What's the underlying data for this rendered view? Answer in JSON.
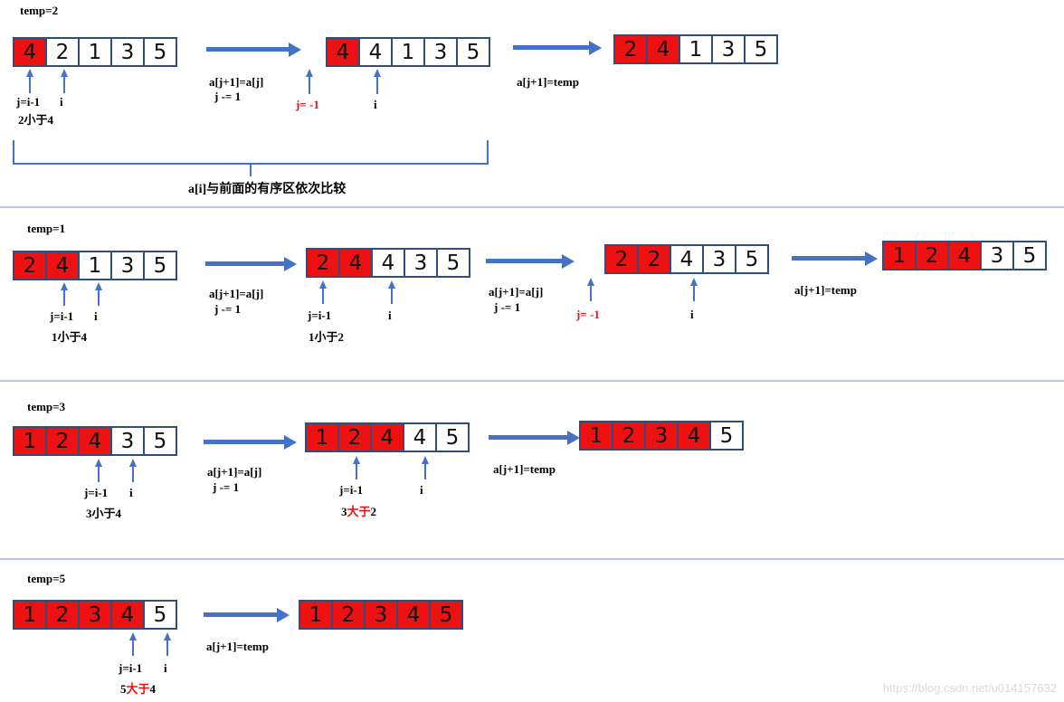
{
  "colors": {
    "cell_red": "#ee1111",
    "arrow_blue": "#4472c4",
    "border_navy": "#2f4e7e",
    "divider": "#b4c7e7",
    "red_text": "#ee1111"
  },
  "labels": {
    "shift": "a[j+1]=a[j]",
    "decr": "j -= 1",
    "settemp": "a[j+1]=temp",
    "j_init": "j=i-1",
    "i": "i",
    "j_neg": "j= -1",
    "brace_note": "a[i]与前面的有序区依次比较"
  },
  "watermark": "https://blog.csdn.net/u014157632",
  "rows": [
    {
      "temp": "temp=2",
      "cmp1": {
        "a": "2",
        "op": "小于",
        "b": "4"
      },
      "arrays": [
        {
          "cells": [
            {
              "v": "4",
              "red": true
            },
            {
              "v": "2"
            },
            {
              "v": "1"
            },
            {
              "v": "3"
            },
            {
              "v": "5"
            }
          ]
        },
        {
          "cells": [
            {
              "v": "4",
              "red": true
            },
            {
              "v": "4"
            },
            {
              "v": "1"
            },
            {
              "v": "3"
            },
            {
              "v": "5"
            }
          ]
        },
        {
          "cells": [
            {
              "v": "2",
              "red": true
            },
            {
              "v": "4",
              "red": true
            },
            {
              "v": "1"
            },
            {
              "v": "3"
            },
            {
              "v": "5"
            }
          ]
        }
      ]
    },
    {
      "temp": "temp=1",
      "cmp1": {
        "a": "1",
        "op": "小于",
        "b": "4"
      },
      "cmp2": {
        "a": "1",
        "op": "小于",
        "b": "2"
      },
      "arrays": [
        {
          "cells": [
            {
              "v": "2",
              "red": true
            },
            {
              "v": "4",
              "red": true
            },
            {
              "v": "1"
            },
            {
              "v": "3"
            },
            {
              "v": "5"
            }
          ]
        },
        {
          "cells": [
            {
              "v": "2",
              "red": true
            },
            {
              "v": "4",
              "red": true
            },
            {
              "v": "4"
            },
            {
              "v": "3"
            },
            {
              "v": "5"
            }
          ]
        },
        {
          "cells": [
            {
              "v": "2",
              "red": true
            },
            {
              "v": "2",
              "red": true
            },
            {
              "v": "4"
            },
            {
              "v": "3"
            },
            {
              "v": "5"
            }
          ]
        },
        {
          "cells": [
            {
              "v": "1",
              "red": true
            },
            {
              "v": "2",
              "red": true
            },
            {
              "v": "4",
              "red": true
            },
            {
              "v": "3"
            },
            {
              "v": "5"
            }
          ]
        }
      ]
    },
    {
      "temp": "temp=3",
      "cmp1": {
        "a": "3",
        "op": "小于",
        "b": "4"
      },
      "cmp2": {
        "a": "3",
        "op": "大于",
        "b": "2"
      },
      "arrays": [
        {
          "cells": [
            {
              "v": "1",
              "red": true
            },
            {
              "v": "2",
              "red": true
            },
            {
              "v": "4",
              "red": true
            },
            {
              "v": "3"
            },
            {
              "v": "5"
            }
          ]
        },
        {
          "cells": [
            {
              "v": "1",
              "red": true
            },
            {
              "v": "2",
              "red": true
            },
            {
              "v": "4",
              "red": true
            },
            {
              "v": "4"
            },
            {
              "v": "5"
            }
          ]
        },
        {
          "cells": [
            {
              "v": "1",
              "red": true
            },
            {
              "v": "2",
              "red": true
            },
            {
              "v": "3",
              "red": true
            },
            {
              "v": "4",
              "red": true
            },
            {
              "v": "5"
            }
          ]
        }
      ]
    },
    {
      "temp": "temp=5",
      "cmp1": {
        "a": "5",
        "op": "大于",
        "b": "4"
      },
      "arrays": [
        {
          "cells": [
            {
              "v": "1",
              "red": true
            },
            {
              "v": "2",
              "red": true
            },
            {
              "v": "3",
              "red": true
            },
            {
              "v": "4",
              "red": true
            },
            {
              "v": "5"
            }
          ]
        },
        {
          "cells": [
            {
              "v": "1",
              "red": true
            },
            {
              "v": "2",
              "red": true
            },
            {
              "v": "3",
              "red": true
            },
            {
              "v": "4",
              "red": true
            },
            {
              "v": "5",
              "red": true
            }
          ]
        }
      ]
    }
  ]
}
